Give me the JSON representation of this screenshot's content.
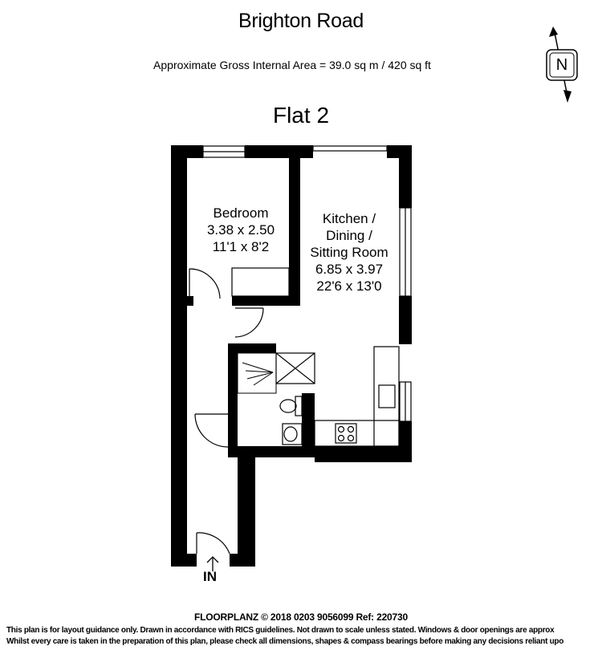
{
  "header": {
    "title": "Brighton Road",
    "area": "Approximate Gross Internal Area = 39.0 sq m / 420 sq ft",
    "flat": "Flat 2"
  },
  "compass": {
    "label": "N"
  },
  "rooms": {
    "bedroom": {
      "name": "Bedroom",
      "metric": "3.38 x 2.50",
      "imperial": "11'1 x 8'2"
    },
    "kitchen": {
      "name_line1": "Kitchen /",
      "name_line2": "Dining /",
      "name_line3": "Sitting Room",
      "metric": "6.85 x 3.97",
      "imperial": "22'6 x 13'0"
    }
  },
  "entrance": {
    "label": "IN"
  },
  "footer": {
    "credit": "FLOORPLANZ © 2018     0203 9056099   Ref: 220730",
    "disclaimer1": "This plan is for layout guidance only. Drawn in accordance with RICS guidelines. Not drawn to scale unless stated. Windows & door openings are approx",
    "disclaimer2": "Whilst every care is taken in the preparation of this plan, please check all dimensions, shapes & compass bearings before making any decisions reliant upo"
  },
  "colors": {
    "wall": "#000000",
    "background": "#ffffff"
  }
}
